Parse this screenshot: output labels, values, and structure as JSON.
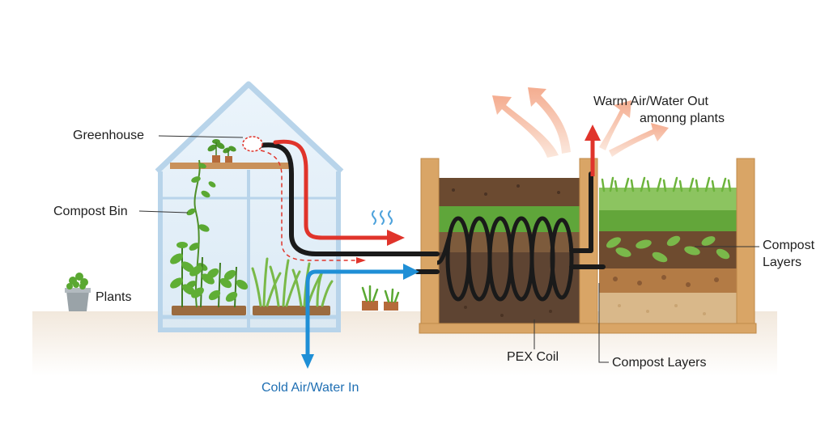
{
  "labels": {
    "greenhouse": "Greenhouse",
    "compost_bin": "Compost Bin",
    "plants": "Plants",
    "warm_out_line1": "Warm Air/Water Out",
    "warm_out_line2": "amonng plants",
    "compost_layers_right_line1": "Compost",
    "compost_layers_right_line2": "Layers",
    "pex_coil": "PEX Coil",
    "compost_layers_bottom": "Compost Layers",
    "cold_in": "Cold Air/Water In"
  },
  "colors": {
    "warm_arrow": "#e0342b",
    "cold_arrow": "#1f8fd6",
    "pipe": "#1a1a1a",
    "wood": "#d9a566",
    "greenhouse_frame": "#b8d4ea",
    "label_blue": "#1f6fb3"
  }
}
